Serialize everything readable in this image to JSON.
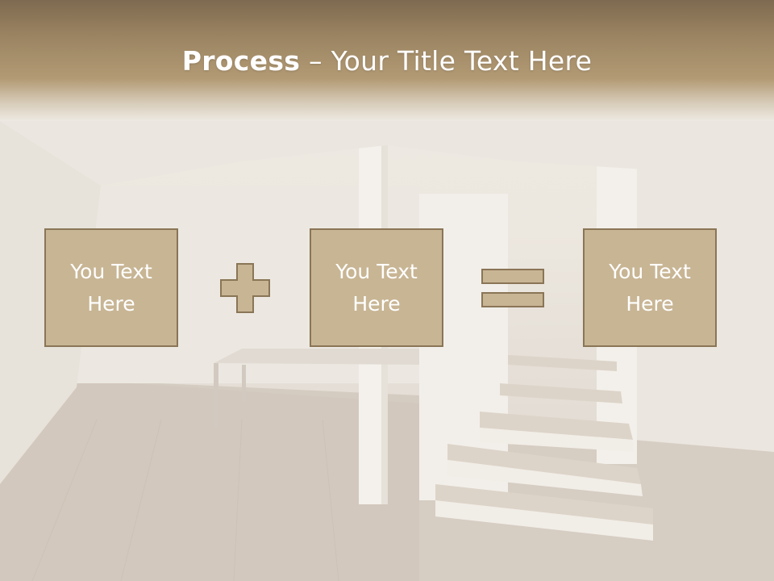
{
  "slide": {
    "title_bold": "Process",
    "title_rest": " – Your Title Text Here",
    "boxes": [
      {
        "line1": "You Text",
        "line2": "Here"
      },
      {
        "line1": "You Text",
        "line2": "Here"
      },
      {
        "line1": "You Text",
        "line2": "Here"
      }
    ],
    "operators": [
      "plus-icon",
      "equals-icon"
    ],
    "colors": {
      "header_dark": "#7e6a50",
      "box_fill": "#c8b594",
      "box_border": "#8a7556",
      "text": "#ffffff"
    }
  }
}
